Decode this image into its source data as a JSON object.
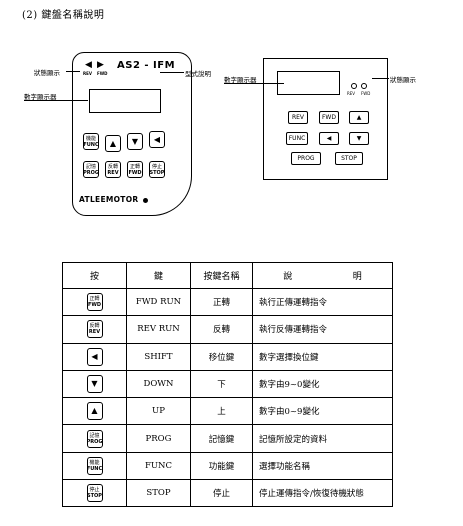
{
  "heading": "(2) 鍵盤名稱說明",
  "remote": {
    "rev_small": "REV",
    "fwd_small": "FWD",
    "model": "AS2 - IFM",
    "brand": "ATLEEMOTOR",
    "keys": [
      {
        "zh": "機能",
        "en": "FUNC",
        "arrow": ""
      },
      {
        "zh": "",
        "en": "",
        "arrow": "▲"
      },
      {
        "zh": "",
        "en": "",
        "arrow": "▼"
      },
      {
        "zh": "",
        "en": "",
        "arrow": "◀"
      },
      {
        "zh": "記憶",
        "en": "PROG",
        "arrow": ""
      },
      {
        "zh": "反轉",
        "en": "REV",
        "arrow": ""
      },
      {
        "zh": "正轉",
        "en": "FWD",
        "arrow": ""
      },
      {
        "zh": "停止",
        "en": "STOP",
        "arrow": ""
      }
    ]
  },
  "labels": {
    "direction_left": "狀態顯示",
    "display_left": "數字顯示器",
    "model_label": "型式說明",
    "display_right": "數字顯示器",
    "direction_right": "狀態顯示"
  },
  "panel": {
    "led_rev": "REV",
    "led_fwd": "FWD",
    "rev": "REV",
    "fwd": "FWD",
    "up": "▲",
    "func": "FUNC",
    "left": "◀",
    "down": "▼",
    "prog": "PROG",
    "stop": "STOP"
  },
  "table": {
    "headers": [
      "按",
      "鍵",
      "按鍵名稱",
      "說",
      "明"
    ],
    "rows": [
      {
        "icon_zh": "正轉",
        "icon_en": "FWD",
        "icon_arrow": "",
        "key": "FWD RUN",
        "name": "正轉",
        "desc": "執行正傳運轉指令"
      },
      {
        "icon_zh": "反轉",
        "icon_en": "REV",
        "icon_arrow": "",
        "key": "REV RUN",
        "name": "反轉",
        "desc": "執行反傳運轉指令"
      },
      {
        "icon_zh": "",
        "icon_en": "",
        "icon_arrow": "◀",
        "key": "SHIFT",
        "name": "移位鍵",
        "desc": "數字選擇換位鍵"
      },
      {
        "icon_zh": "",
        "icon_en": "",
        "icon_arrow": "▼",
        "key": "DOWN",
        "name": "下",
        "desc": "數字由9~0變化"
      },
      {
        "icon_zh": "",
        "icon_en": "",
        "icon_arrow": "▲",
        "key": "UP",
        "name": "上",
        "desc": "數字由0~9變化"
      },
      {
        "icon_zh": "記憶",
        "icon_en": "PROG",
        "icon_arrow": "",
        "key": "PROG",
        "name": "記憶鍵",
        "desc": "記憶所設定的資料"
      },
      {
        "icon_zh": "機能",
        "icon_en": "FUNC",
        "icon_arrow": "",
        "key": "FUNC",
        "name": "功能鍵",
        "desc": "選擇功能名稱"
      },
      {
        "icon_zh": "停止",
        "icon_en": "STOP",
        "icon_arrow": "",
        "key": "STOP",
        "name": "停止",
        "desc": "停止運傳指令/恢復待機狀態"
      }
    ]
  }
}
